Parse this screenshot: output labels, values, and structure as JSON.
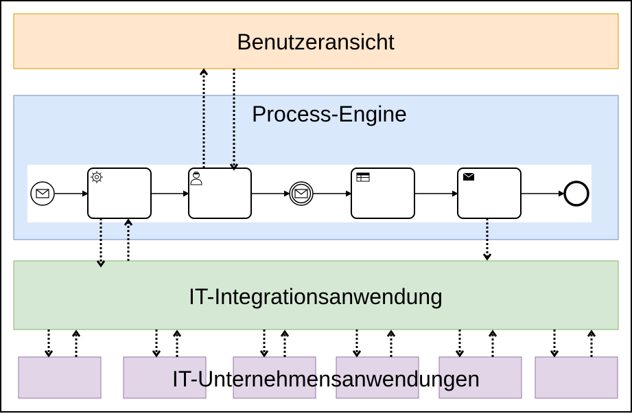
{
  "layers": {
    "user_view": {
      "label": "Benutzeransicht",
      "fill": "#ffe6cc",
      "stroke": "#d79b00"
    },
    "process_engine": {
      "label": "Process-Engine",
      "fill": "#dae8fc",
      "stroke": "#6c8ebf"
    },
    "integration": {
      "label": "IT-Integrationsanwendung",
      "fill": "#d5e8d4",
      "stroke": "#82b366"
    },
    "enterprise_apps": {
      "label": "IT-Unternehmensanwendungen",
      "fill": "#e1d5e7",
      "stroke": "#9673a6"
    }
  },
  "process": {
    "elements": [
      {
        "kind": "start-event",
        "icon": "envelope-icon"
      },
      {
        "kind": "service-task",
        "icon": "gear-icon"
      },
      {
        "kind": "user-task",
        "icon": "user-icon"
      },
      {
        "kind": "intermediate-event",
        "icon": "envelope-icon"
      },
      {
        "kind": "business-rule-task",
        "icon": "table-icon"
      },
      {
        "kind": "send-task",
        "icon": "envelope-filled-icon"
      },
      {
        "kind": "end-event",
        "icon": "end-circle-icon"
      }
    ]
  },
  "colors": {
    "frame": "#000000",
    "canvas": "#ffffff",
    "arrow": "#000000"
  }
}
